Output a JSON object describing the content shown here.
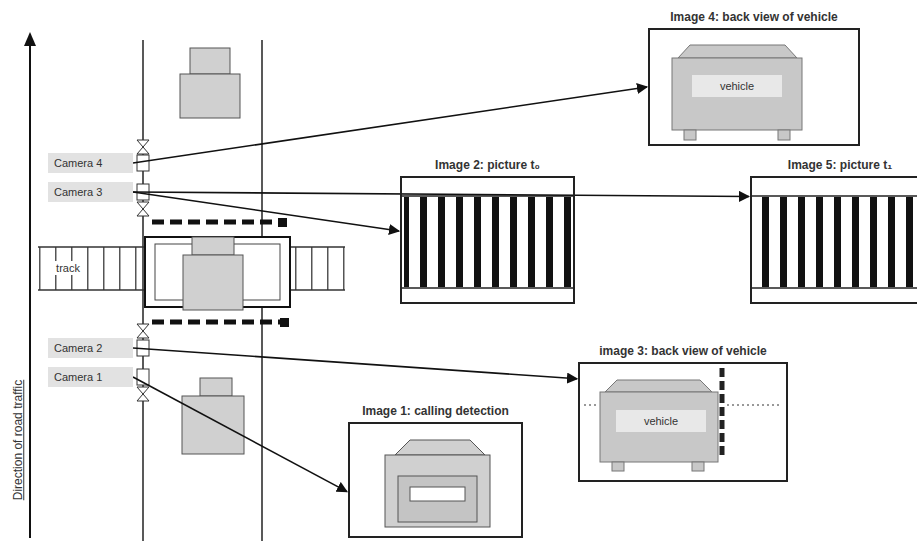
{
  "diagram": {
    "nodes": [
      {
        "text": [
          "Camera 4"
        ]
      },
      {
        "text": [
          "Camera 3"
        ]
      },
      {
        "text": [
          "Camera 2"
        ]
      },
      {
        "text": [
          "Camera 1"
        ]
      },
      {
        "text": [
          "Image 4: back view of vehicle"
        ]
      },
      {
        "text": [
          "vehicle"
        ],
        "in": 4
      },
      {
        "text": [
          "Image 2: picture t₀"
        ]
      },
      {
        "text": [
          "Image 5: picture t₁"
        ]
      },
      {
        "text": [
          "image 3: back view of vehicle"
        ]
      },
      {
        "text": [
          "vehicle"
        ],
        "in": 8
      },
      {
        "text": [
          "Image 1: calling detection"
        ]
      }
    ],
    "edges": [
      {
        "from": 0,
        "to": 4,
        "arrow": "to"
      },
      {
        "from": 1,
        "to": 6,
        "arrow": "to"
      },
      {
        "from": 1,
        "to": 7,
        "arrow": "to"
      },
      {
        "from": 2,
        "to": 8,
        "arrow": "to"
      },
      {
        "from": 3,
        "to": 10,
        "arrow": "to"
      }
    ],
    "labels": [
      "Direction of road traffic",
      "track"
    ]
  }
}
